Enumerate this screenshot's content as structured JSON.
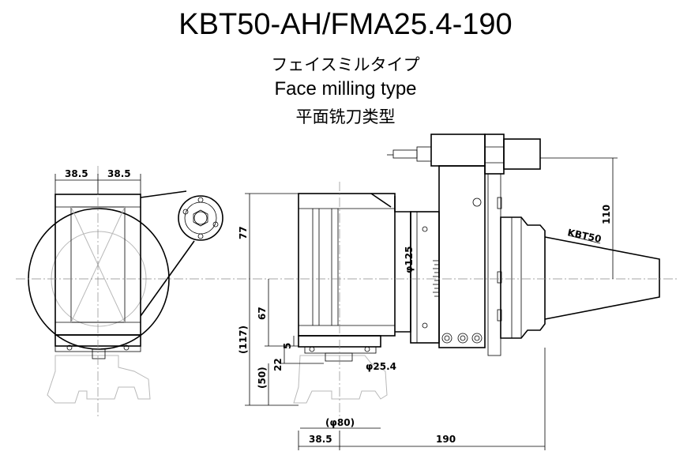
{
  "title": "KBT50-AH/FMA25.4-190",
  "subtitle_jp": "フェイスミルタイプ",
  "subtitle_en": "Face milling type",
  "subtitle_cn": "平面铣刀类型",
  "dimensions": {
    "top_left_a": "38.5",
    "top_left_b": "38.5",
    "h77": "77",
    "h67": "67",
    "h117": "(117)",
    "h5": "5",
    "h22": "22",
    "h50": "(50)",
    "d125": "φ125",
    "d25_4": "φ25.4",
    "d80": "(φ80)",
    "bottom_38_5": "38.5",
    "bottom_190": "190",
    "h110": "110",
    "taper": "KBT50"
  }
}
